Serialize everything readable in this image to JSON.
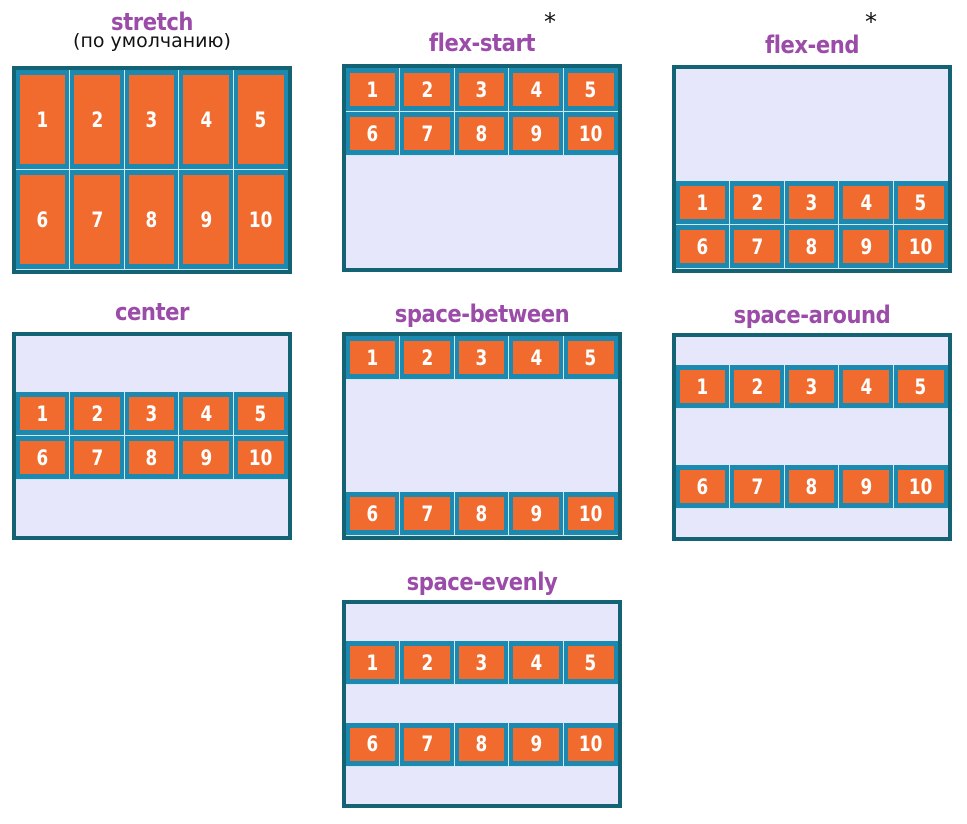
{
  "panels": [
    {
      "id": "stretch",
      "title": "stretch",
      "subtitle": "(по умолчанию)",
      "asterisk": "",
      "align": "stretch"
    },
    {
      "id": "flex-start",
      "title": "flex-start",
      "subtitle": "",
      "asterisk": "*",
      "align": "flex-start"
    },
    {
      "id": "flex-end",
      "title": "flex-end",
      "subtitle": "",
      "asterisk": "*",
      "align": "flex-end"
    },
    {
      "id": "center",
      "title": "center",
      "subtitle": "",
      "asterisk": "",
      "align": "center"
    },
    {
      "id": "space-between",
      "title": "space-between",
      "subtitle": "",
      "asterisk": "",
      "align": "space-between"
    },
    {
      "id": "space-around",
      "title": "space-around",
      "subtitle": "",
      "asterisk": "",
      "align": "space-around"
    },
    {
      "id": "space-evenly",
      "title": "space-evenly",
      "subtitle": "",
      "asterisk": "",
      "align": "space-evenly"
    }
  ],
  "items": [
    "1",
    "2",
    "3",
    "4",
    "5",
    "6",
    "7",
    "8",
    "9",
    "10"
  ],
  "colors": {
    "title": "#9b4ca8",
    "container_border": "#136374",
    "container_background": "#e7e7fb",
    "item_background": "#1c8ab0",
    "item_face": "#f06b2d",
    "item_text": "#ffffff"
  }
}
